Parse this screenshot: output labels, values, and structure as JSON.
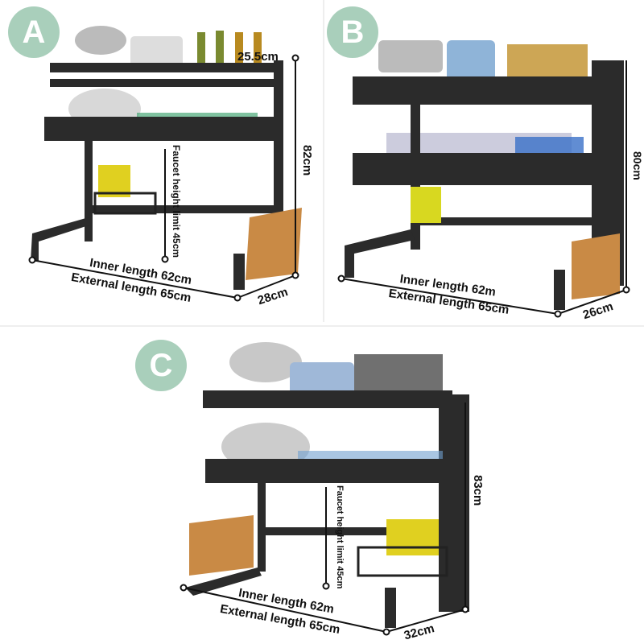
{
  "panels": {
    "a": {
      "badge": "A",
      "top_depth": "25.5cm",
      "height": "82cm",
      "faucet": "Faucet height limit 45cm",
      "inner": "Inner length 62cm",
      "external": "External length 65cm",
      "depth": "28cm"
    },
    "b": {
      "badge": "B",
      "height": "80cm",
      "inner": "Inner length 62m",
      "external": "External length 65cm",
      "depth": "26cm"
    },
    "c": {
      "badge": "C",
      "height": "83cm",
      "faucet": "Faucet height limit 45cm",
      "inner": "Inner length 62m",
      "external": "External length 65cm",
      "depth": "32cm"
    }
  },
  "colors": {
    "badge": "#a9cfbb",
    "rack": "#2b2b2b"
  }
}
